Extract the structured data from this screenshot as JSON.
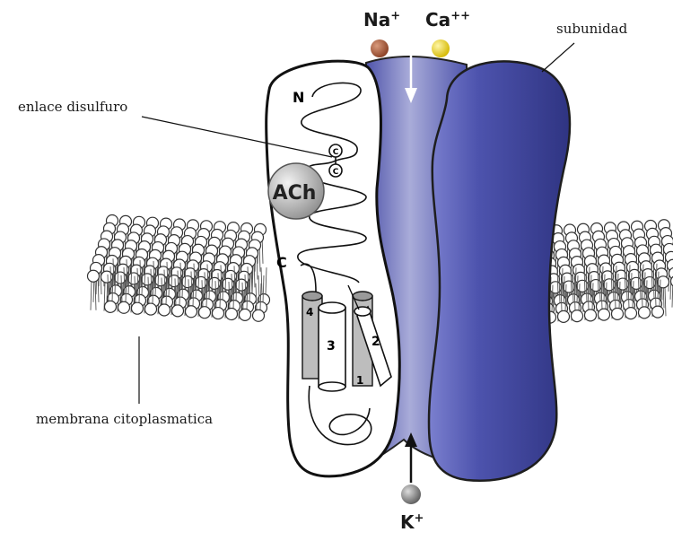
{
  "labels": {
    "na": "Na",
    "na_charge": "+",
    "ca": "Ca",
    "ca_charge": "++",
    "k": "K",
    "k_charge": "+",
    "subunidad": "subunidad",
    "enlace": "enlace disulfuro",
    "membrana": "membrana citoplasmatica",
    "n_term": "N",
    "c_term": "C",
    "ach": "ACh",
    "helix_1": "1",
    "helix_2": "2",
    "helix_3": "3",
    "helix_4": "4",
    "cys_a": "C",
    "cys_b": "C"
  },
  "colors": {
    "channel_blue": "#5a5fb8",
    "channel_dark": "#363b8c",
    "na_ion": "#a0583a",
    "ca_ion": "#e8d21c",
    "k_ion": "#808080",
    "lipid_head": "#ffffff"
  }
}
